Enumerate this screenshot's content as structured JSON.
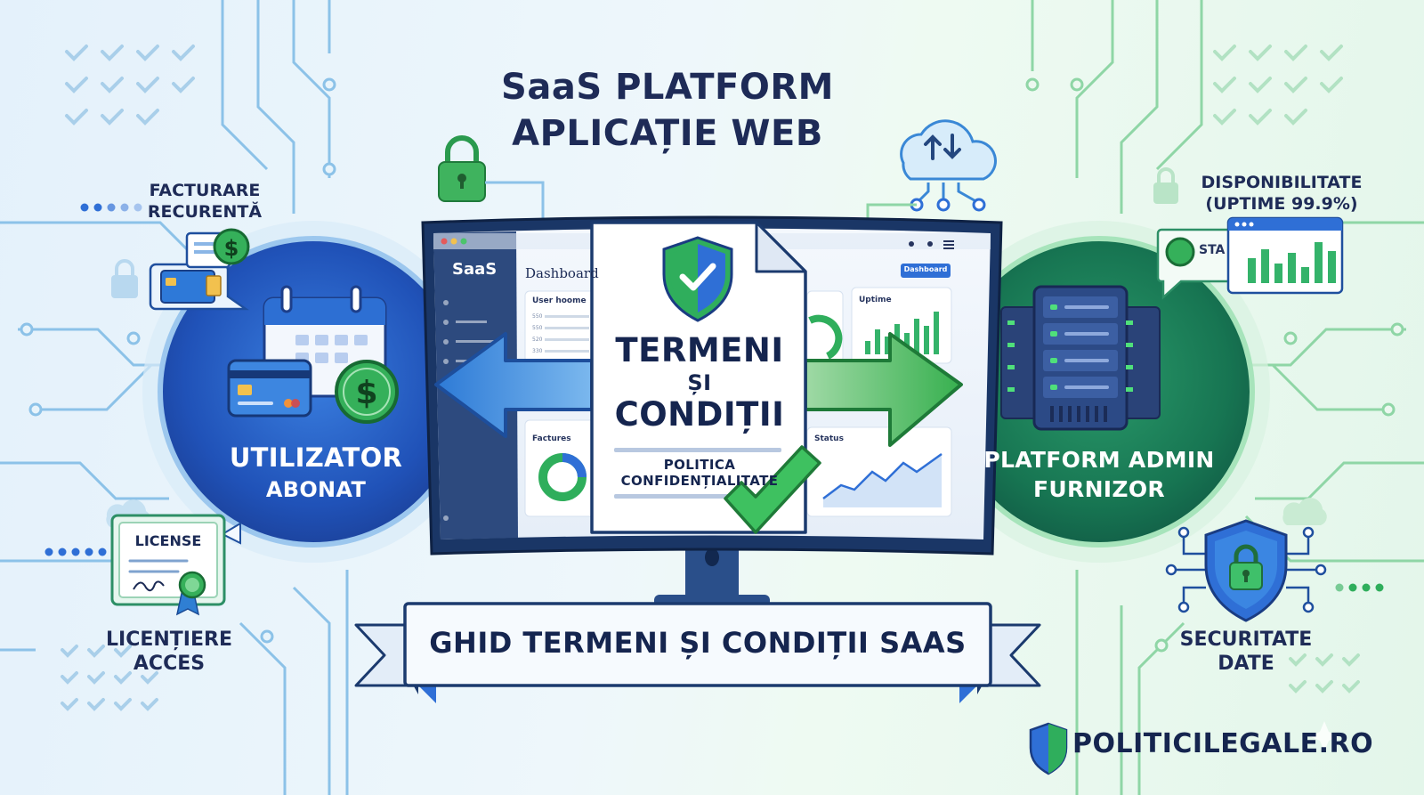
{
  "header": {
    "line1": "SaaS PLATFORM",
    "line2": "APLICAȚIE WEB"
  },
  "left": {
    "billing_label_1": "FACTURARE",
    "billing_label_2": "RECURENTĂ",
    "circle_title": "UTILIZATOR",
    "circle_subtitle": "ABONAT",
    "license_badge": "LICENSE",
    "licensing_label_1": "LICENȚIERE",
    "licensing_label_2": "ACCES"
  },
  "right": {
    "uptime_label_1": "DISPONIBILITATE",
    "uptime_label_2": "(UPTIME 99.9%)",
    "status_chip": "STA",
    "circle_title": "PLATFORM ADMIN",
    "circle_subtitle": "FURNIZOR",
    "security_label_1": "SECURITATE",
    "security_label_2": "DATE"
  },
  "dashboard": {
    "logo": "SaaS",
    "title": "Dashboard",
    "tab_button": "Dashboard",
    "card_username": "User hoome",
    "card_uptime": "Uptime",
    "card_factures": "Factures",
    "card_status": "Status",
    "rows": [
      "550",
      "550",
      "520",
      "330"
    ]
  },
  "document": {
    "title_1": "TERMENI",
    "title_2": "ȘI",
    "title_3": "CONDIȚII",
    "subtitle_1": "POLITICA",
    "subtitle_2": "CONFIDENȚIALITATE"
  },
  "banner": {
    "text": "GHID TERMENI ȘI CONDIȚII SAAS"
  },
  "brand": {
    "text": "POLITICILEGALE.RO"
  },
  "colors": {
    "blue_accent": "#2f6fd6",
    "navy": "#1e2b57",
    "green_accent": "#2fae5c",
    "teal_dark": "#136b52"
  },
  "icons": [
    "padlock-icon",
    "cloud-sync-icon",
    "calendar-icon",
    "credit-card-icon",
    "dollar-coin-icon",
    "server-rack-icon",
    "shield-check-icon",
    "shield-lock-icon",
    "license-certificate-icon",
    "check-mark-icon",
    "arrow-left-icon",
    "arrow-right-icon",
    "bar-chart-icon"
  ]
}
